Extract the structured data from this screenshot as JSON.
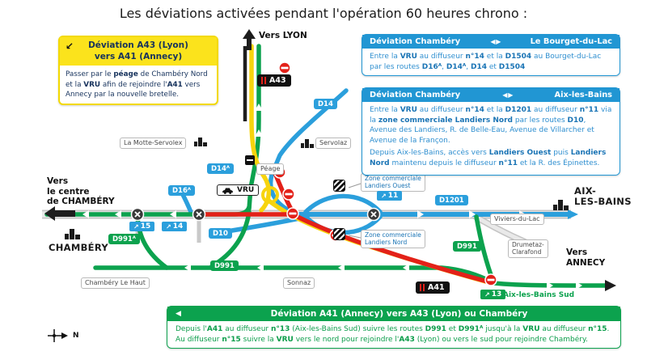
{
  "title": "Les déviations activées pendant l'opération 60 heures chrono :",
  "icons": {
    "deviation_arrow": "↙",
    "double_arrow": "◀ ▶",
    "left_arrow": "◀",
    "exit": "↗"
  },
  "boxes": {
    "a43": {
      "title_line1": "Déviation A43 (Lyon)",
      "title_line2": "vers A41 (Annecy)",
      "body": [
        {
          "t": "Passer par le ",
          "b": false
        },
        {
          "t": "péage",
          "b": true
        },
        {
          "t": " de Chambéry Nord et la ",
          "b": false
        },
        {
          "t": "VRU",
          "b": true
        },
        {
          "t": " afin de rejoindre l'",
          "b": false
        },
        {
          "t": "A41",
          "b": true
        },
        {
          "t": " vers Annecy par la nouvelle bretelle.",
          "b": false
        }
      ]
    },
    "bourget": {
      "header_left": "Déviation Chambéry",
      "header_right": "Le Bourget-du-Lac",
      "body": [
        {
          "t": "Entre la ",
          "b": false
        },
        {
          "t": "VRU",
          "b": true
        },
        {
          "t": " au diffuseur ",
          "b": false
        },
        {
          "t": "n°14",
          "b": true
        },
        {
          "t": " et la ",
          "b": false
        },
        {
          "t": "D1504",
          "b": true
        },
        {
          "t": " au Bourget-du-Lac par les routes ",
          "b": false
        },
        {
          "t": "D16ᴬ",
          "b": true
        },
        {
          "t": ", ",
          "b": false
        },
        {
          "t": "D14ᴬ",
          "b": true
        },
        {
          "t": ", ",
          "b": false
        },
        {
          "t": "D14",
          "b": true
        },
        {
          "t": " et ",
          "b": false
        },
        {
          "t": "D1504",
          "b": true
        }
      ]
    },
    "aix": {
      "header_left": "Déviation Chambéry",
      "header_right": "Aix-les-Bains",
      "body": [
        {
          "t": "Entre la ",
          "b": false
        },
        {
          "t": "VRU",
          "b": true
        },
        {
          "t": " au diffuseur ",
          "b": false
        },
        {
          "t": "n°14",
          "b": true
        },
        {
          "t": " et la ",
          "b": false
        },
        {
          "t": "D1201",
          "b": true
        },
        {
          "t": " au diffuseur ",
          "b": false
        },
        {
          "t": "n°11",
          "b": true
        },
        {
          "t": " via la ",
          "b": false
        },
        {
          "t": "zone commerciale Landiers Nord",
          "b": true
        },
        {
          "t": " par les routes ",
          "b": false
        },
        {
          "t": "D10",
          "b": true
        },
        {
          "t": ", Avenue des Landiers, R. de Belle-Eau, Avenue de Villarcher et Avenue de la Françon.",
          "b": false
        }
      ],
      "body2": [
        {
          "t": "Depuis Aix-les-Bains, accès vers ",
          "b": false
        },
        {
          "t": "Landiers Ouest",
          "b": true
        },
        {
          "t": " puis ",
          "b": false
        },
        {
          "t": "Landiers Nord",
          "b": true
        },
        {
          "t": " maintenu depuis le diffuseur ",
          "b": false
        },
        {
          "t": "n°11",
          "b": true
        },
        {
          "t": " et la R. des Épinettes.",
          "b": false
        }
      ]
    },
    "a41": {
      "header": "Déviation A41 (Annecy) vers A43 (Lyon) ou Chambéry",
      "body": [
        {
          "t": "Depuis l'",
          "b": false
        },
        {
          "t": "A41",
          "b": true
        },
        {
          "t": " au diffuseur ",
          "b": false
        },
        {
          "t": "n°13",
          "b": true
        },
        {
          "t": " (Aix-les-Bains Sud) suivre les routes ",
          "b": false
        },
        {
          "t": "D991",
          "b": true
        },
        {
          "t": " et ",
          "b": false
        },
        {
          "t": "D991ᴬ",
          "b": true
        },
        {
          "t": " jusqu'à la ",
          "b": false
        },
        {
          "t": "VRU",
          "b": true
        },
        {
          "t": " au diffuseur ",
          "b": false
        },
        {
          "t": "n°15",
          "b": true
        },
        {
          "t": ". Au diffuseur ",
          "b": false
        },
        {
          "t": "n°15",
          "b": true
        },
        {
          "t": " suivre la ",
          "b": false
        },
        {
          "t": "VRU",
          "b": true
        },
        {
          "t": " vers le nord pour rejoindre l'",
          "b": false
        },
        {
          "t": "A43",
          "b": true
        },
        {
          "t": " (Lyon) ou vers le sud pour rejoindre Chambéry.",
          "b": false
        }
      ]
    }
  },
  "map": {
    "directions": {
      "lyon": "Vers LYON",
      "centre1": "Vers",
      "centre2": "le centre",
      "centre3": "de CHAMBÉRY",
      "annecy1": "Vers",
      "annecy2": "ANNECY",
      "aix1": "AIX-",
      "aix2": "LES-BAINS"
    },
    "cities": {
      "chambery": "CHAMBÉRY",
      "la_motte": "La Motte-Servolex",
      "servolaz": "Servolaz",
      "viviers": "Viviers-du-Lac",
      "chambery_le_haut": "Chambéry Le Haut",
      "sonnaz": "Sonnaz",
      "drumetaz1": "Drumetaz-",
      "drumetaz2": "Clarafond",
      "aix_sud": "Aix-les-Bains Sud"
    },
    "zones": {
      "ouest1": "Zone commerciale",
      "ouest2": "Landiers Ouest",
      "nord1": "Zone commerciale",
      "nord2": "Landiers Nord"
    },
    "roads": {
      "a43": "A43",
      "a41": "A41",
      "d14": "D14",
      "d14a": "D14ᴬ",
      "d16a": "D16ᴬ",
      "d10": "D10",
      "d1201": "D1201",
      "d991a": "D991ᴬ",
      "d991_west": "D991",
      "d991_east": "D991",
      "vru": "VRU",
      "peage": "Péage"
    },
    "exits": {
      "n11": "11",
      "n13": "13",
      "n14": "14",
      "n15": "15"
    },
    "compass_label": "N"
  }
}
